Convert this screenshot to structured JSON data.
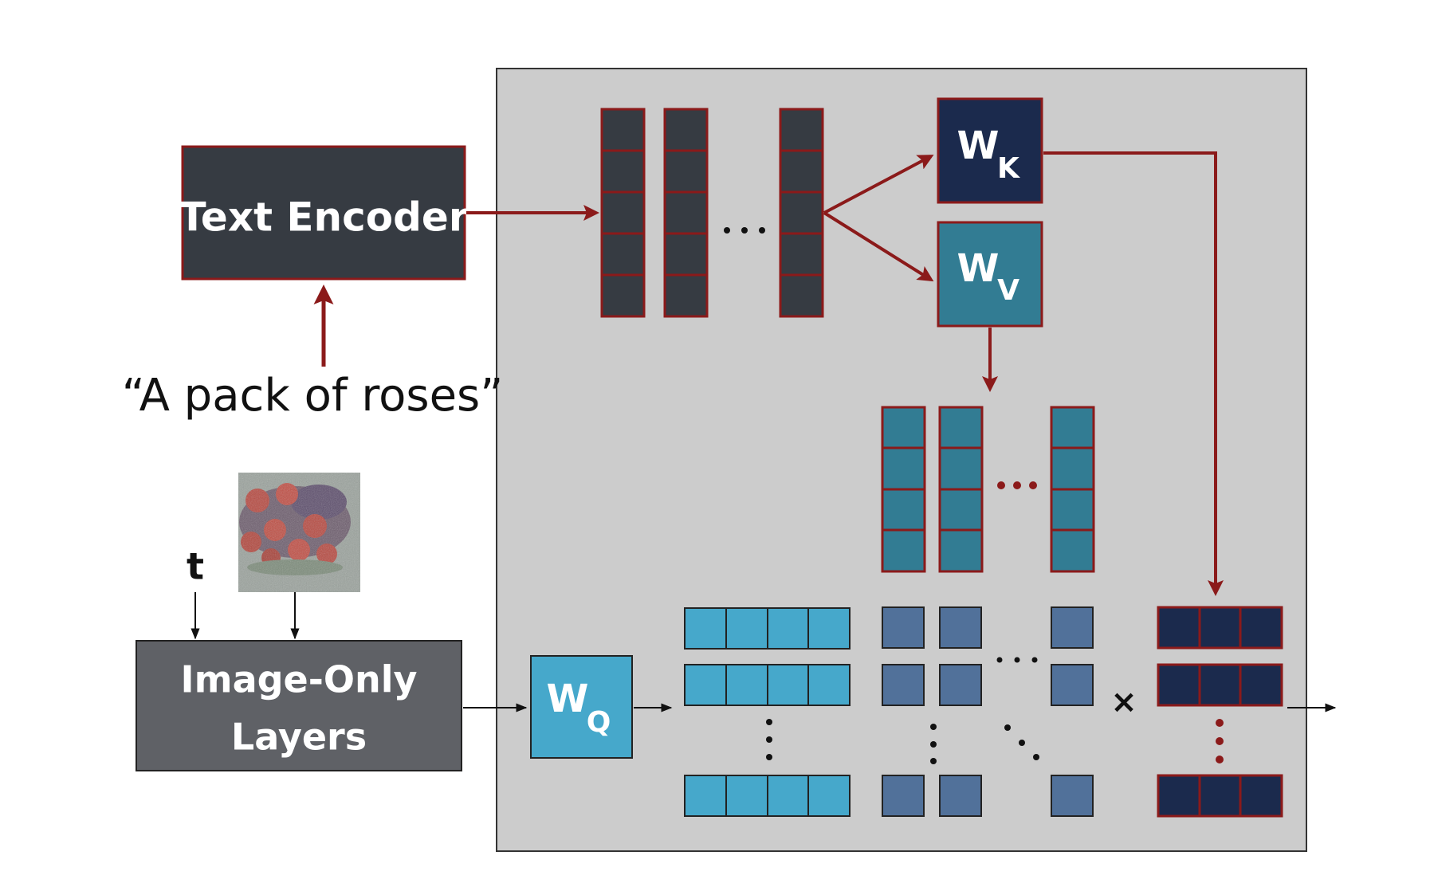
{
  "nodes": {
    "text_encoder": "Text Encoder",
    "image_only_layers_line1": "Image-Only",
    "image_only_layers_line2": "Layers"
  },
  "prompt_text": "“A pack of roses”",
  "timestep_label": "t",
  "weights": {
    "key": {
      "main": "W",
      "sub": "K"
    },
    "value": {
      "main": "W",
      "sub": "V"
    },
    "query": {
      "main": "W",
      "sub": "Q"
    }
  },
  "operators": {
    "multiply": "×"
  },
  "colors": {
    "border_red": "#8B1A1A",
    "text_encoder_fill": "#363B42",
    "image_layers_fill": "#5F6166",
    "panel_fill": "#CCCCCC",
    "wk_fill": "#1B2A4D",
    "wv_fill": "#327C93",
    "wq_fill": "#46A8CB",
    "attention_fill": "#51719A",
    "text_token_fill": "#363B42"
  },
  "icons": {
    "input_image": "rose-bouquet-noisy-image"
  }
}
